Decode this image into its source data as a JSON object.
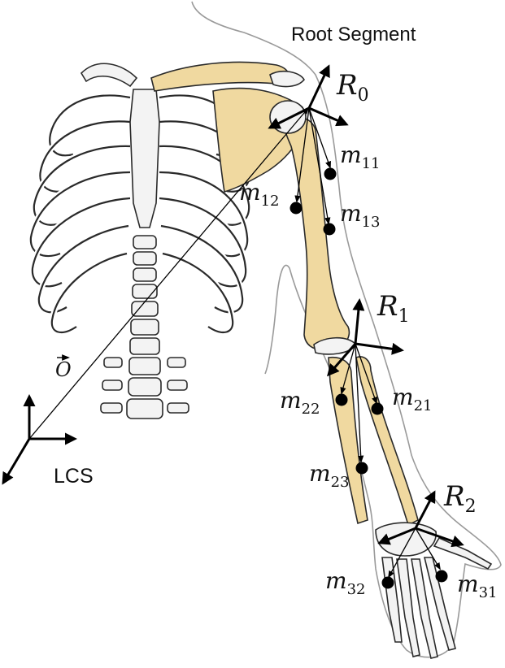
{
  "labels": {
    "root_segment": "Root Segment",
    "lcs": "LCS",
    "origin_vector": "O",
    "frames": [
      {
        "base": "R",
        "sub": "0"
      },
      {
        "base": "R",
        "sub": "1"
      },
      {
        "base": "R",
        "sub": "2"
      }
    ],
    "markers": [
      {
        "base": "m",
        "sub": "11"
      },
      {
        "base": "m",
        "sub": "12"
      },
      {
        "base": "m",
        "sub": "13"
      },
      {
        "base": "m",
        "sub": "21"
      },
      {
        "base": "m",
        "sub": "22"
      },
      {
        "base": "m",
        "sub": "23"
      },
      {
        "base": "m",
        "sub": "31"
      },
      {
        "base": "m",
        "sub": "32"
      }
    ]
  },
  "colors": {
    "bone_highlight": "#f0d9a0",
    "bone_outline": "#2a2a2a",
    "skin_outline": "#9a9a9a",
    "arrows": "#000000"
  }
}
